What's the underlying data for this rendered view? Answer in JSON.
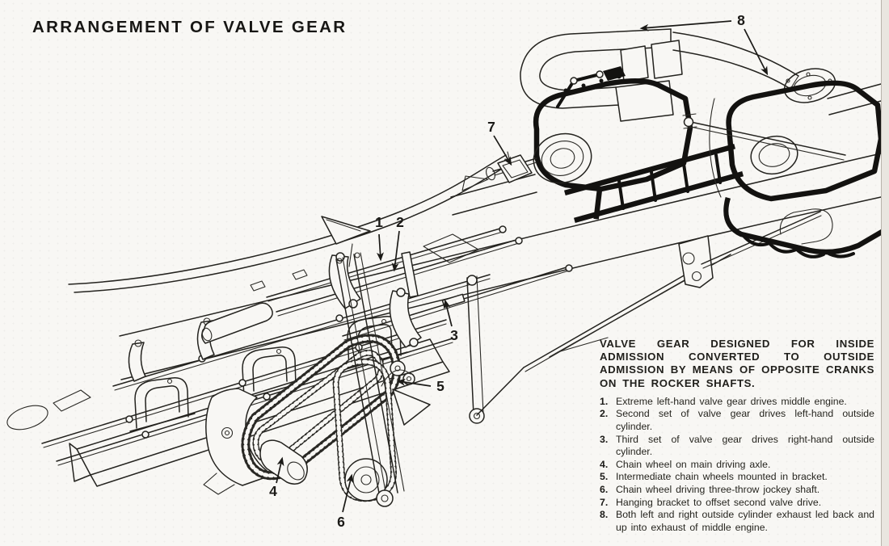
{
  "title": "ARRANGEMENT OF VALVE GEAR",
  "legend": {
    "heading": "VALVE GEAR DESIGNED FOR INSIDE ADMISSION CONVERTED TO OUTSIDE ADMISSION BY MEANS OF OPPOSITE CRANKS ON THE ROCKER SHAFTS.",
    "items": [
      {
        "num": "1.",
        "text": "Extreme left-hand valve gear drives middle engine."
      },
      {
        "num": "2.",
        "text": "Second set of valve gear drives left-hand outside cylinder."
      },
      {
        "num": "3.",
        "text": "Third set of valve gear drives right-hand outside cylinder."
      },
      {
        "num": "4.",
        "text": "Chain wheel on main driving axle."
      },
      {
        "num": "5.",
        "text": "Intermediate chain wheels mounted in bracket."
      },
      {
        "num": "6.",
        "text": "Chain wheel driving three-throw jockey shaft."
      },
      {
        "num": "7.",
        "text": "Hanging bracket to offset second valve drive."
      },
      {
        "num": "8.",
        "text": "Both left and right outside cylinder exhaust led back and up into exhaust of middle engine."
      }
    ]
  },
  "callouts": [
    "1",
    "2",
    "3",
    "4",
    "5",
    "6",
    "7",
    "8"
  ],
  "colors": {
    "ink": "#24231f",
    "heavy_black": "#131210",
    "paper": "#f8f7f4",
    "page_edge": "#e9e6e0"
  }
}
